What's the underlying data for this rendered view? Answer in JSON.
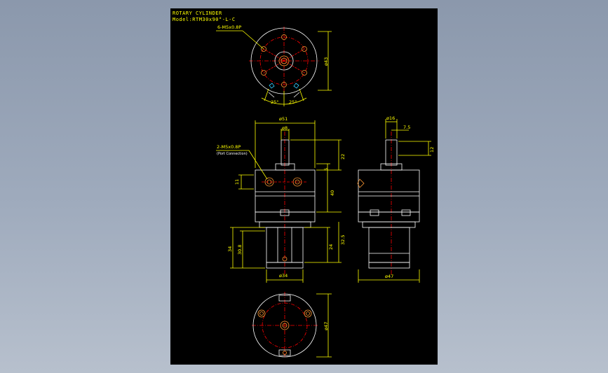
{
  "drawing": {
    "title": "ROTARY CYLINDER",
    "model": "Model:RTM30x90°-L-C",
    "callout_top": "6-M5x0.8P",
    "callout_port": "2-M5x0.8P",
    "callout_port_note": "(Port Connection)",
    "angle_left": "25°",
    "angle_right": "25°",
    "dim_top_dia": "ø43",
    "dim_width_51": "ø51",
    "dim_shaft_8": "ø8",
    "dim_22": "22",
    "dim_5": "5",
    "dim_11": "11",
    "dim_40": "40",
    "dim_325": "32.5",
    "dim_24": "24",
    "dim_34": "34",
    "dim_308": "30.8",
    "dim_base_34": "ø34",
    "dim_side_16": "ø16",
    "dim_side_75": "7.5",
    "dim_side_12": "12",
    "dim_side_47": "ø47",
    "dim_bottom_dia": "ø47"
  },
  "colors": {
    "background": "#000000",
    "outline": "#ffffff",
    "centerline": "#ff0000",
    "dimension": "#ffff00",
    "holes": "#ff9933",
    "highlight": "#33ccff"
  }
}
